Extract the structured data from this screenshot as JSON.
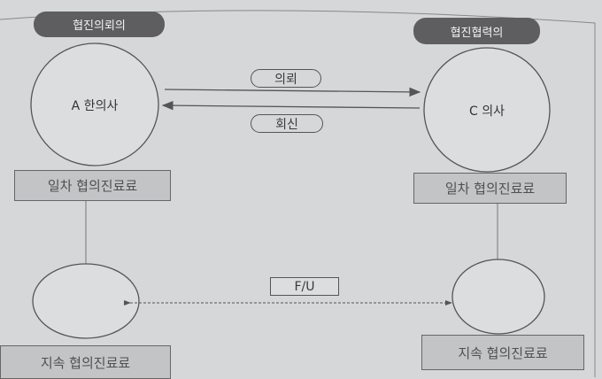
{
  "left_role": "협진의뢰의",
  "right_role": "협진협력의",
  "left_node": "A 한의사",
  "right_node": "C 의사",
  "request_label": "의뢰",
  "reply_label": "회신",
  "left_first_fee": "일차 협의진료료",
  "right_first_fee": "일차 협의진료료",
  "followup_label": "F/U",
  "left_continued_fee": "지속 협의진료료",
  "right_continued_fee": "지속 협의진료료"
}
